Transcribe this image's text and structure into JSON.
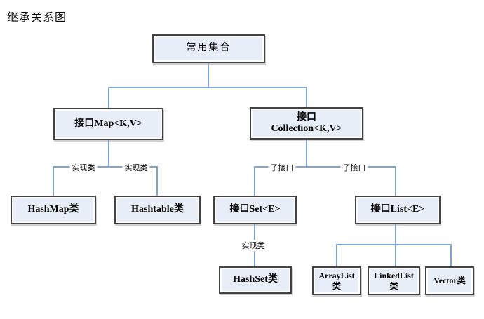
{
  "page_title": "继承关系图",
  "colors": {
    "background": "#ffffff",
    "box_fill": "#e8eef7",
    "box_border": "#424242",
    "line": "#80a4d6",
    "text": "#000000"
  },
  "nodes": {
    "root": {
      "label": "常用集合"
    },
    "map": {
      "label": "接口Map<K,V>"
    },
    "collection": {
      "line1": "接口",
      "line2": "Collection<K,V>"
    },
    "hashmap": {
      "label": "HashMap类"
    },
    "hashtable": {
      "label": "Hashtable类"
    },
    "set": {
      "label": "接口Set<E>"
    },
    "list": {
      "label": "接口List<E>"
    },
    "hashset": {
      "label": "HashSet类"
    },
    "arraylist": {
      "line1": "ArrayList",
      "line2": "类"
    },
    "linkedlist": {
      "line1": "LinkedList",
      "line2": "类"
    },
    "vector": {
      "label": "Vector类"
    }
  },
  "edge_labels": {
    "map_hashmap": "实现类",
    "map_hashtable": "实现类",
    "collection_set": "子接口",
    "collection_list": "子接口",
    "set_hashset": "实现类"
  }
}
